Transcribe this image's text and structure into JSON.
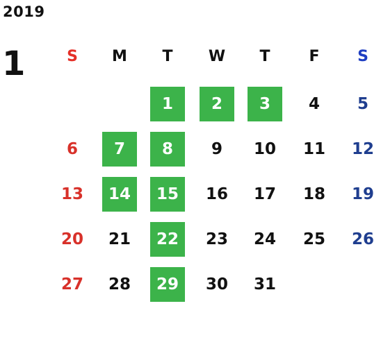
{
  "calendar": {
    "year": "2019",
    "month": "1",
    "weekdays": [
      "S",
      "M",
      "T",
      "W",
      "T",
      "F",
      "S"
    ],
    "first_weekday_index": 2,
    "days_in_month": 31,
    "highlighted_days": [
      1,
      2,
      3,
      7,
      8,
      14,
      15,
      22,
      29
    ],
    "colors": {
      "sunday": "#d8312a",
      "saturday": "#1f3e8f",
      "highlight_bg": "#3cb34a",
      "highlight_text": "#ffffff",
      "default_text": "#111111"
    }
  }
}
